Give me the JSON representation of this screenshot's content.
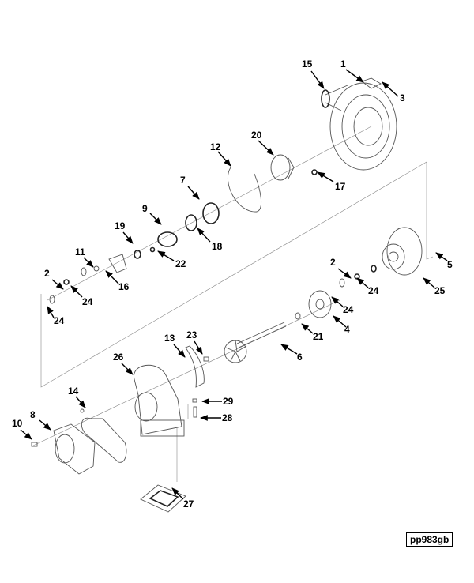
{
  "diagram": {
    "title": "Turbocharger exploded view",
    "reference_code": "pp983gb",
    "callouts": [
      "15",
      "1",
      "3",
      "20",
      "12",
      "17",
      "7",
      "9",
      "18",
      "19",
      "22",
      "11",
      "16",
      "2",
      "24",
      "24",
      "2",
      "24",
      "24",
      "25",
      "5",
      "4",
      "21",
      "6",
      "13",
      "23",
      "26",
      "29",
      "28",
      "14",
      "8",
      "10",
      "27"
    ]
  }
}
